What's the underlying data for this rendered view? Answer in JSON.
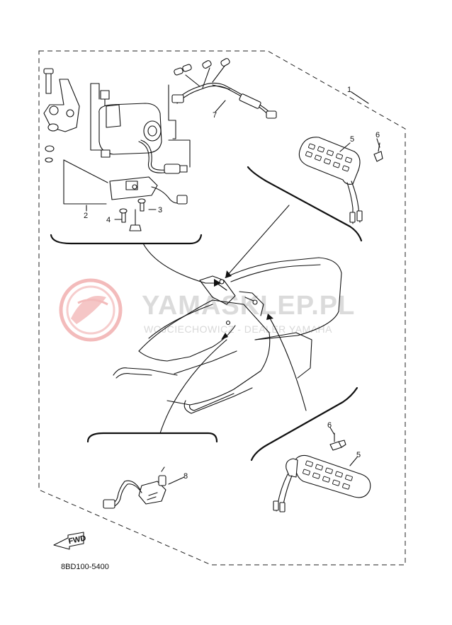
{
  "diagram": {
    "part_labels": [
      "1",
      "2",
      "3",
      "4",
      "5",
      "6",
      "7",
      "8",
      "5",
      "6"
    ],
    "direction_label": "FWD",
    "diagram_code": "8BD100-5400",
    "watermark": {
      "main": "YAMASKLEP.PL",
      "sub": "WOJCIECHOWICZ - DEALER YAMAHA"
    }
  }
}
